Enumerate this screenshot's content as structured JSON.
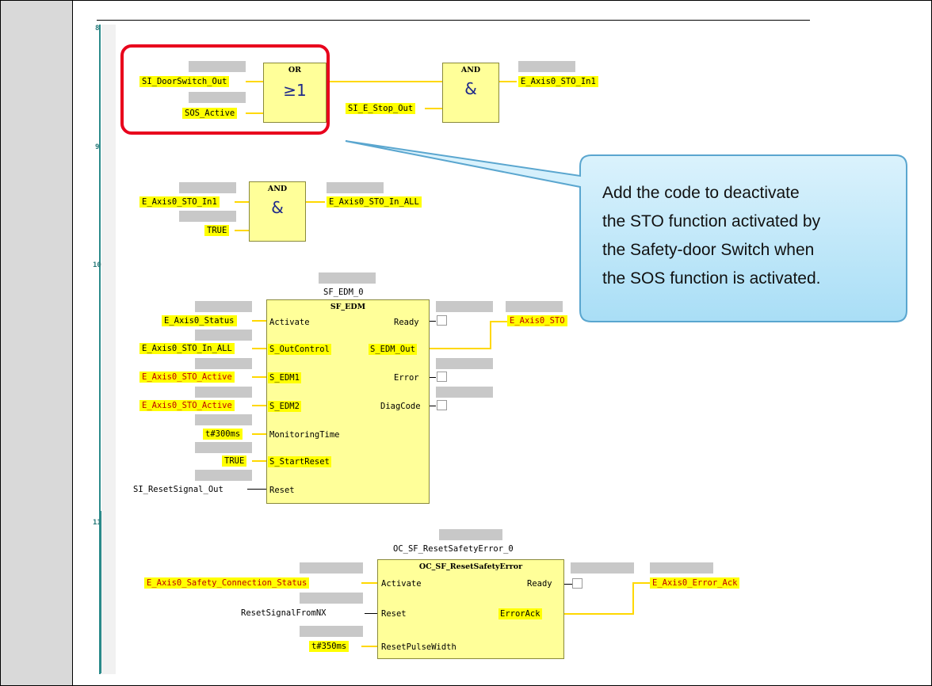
{
  "rungs": {
    "r8": "8",
    "r9": "9",
    "r10": "10",
    "r11": "11"
  },
  "rung8": {
    "or_title": "OR",
    "or_symbol": "≥1",
    "and_title": "AND",
    "and_symbol": "&",
    "in_door": "SI_DoorSwitch_Out",
    "in_sos": "SOS_Active",
    "in_estop": "SI_E_Stop_Out",
    "out": "E_Axis0_STO_In1"
  },
  "rung9": {
    "and_title": "AND",
    "and_symbol": "&",
    "in1": "E_Axis0_STO_In1",
    "in2": "TRUE",
    "out": "E_Axis0_STO_In_ALL"
  },
  "rung10": {
    "instance": "SF_EDM_0",
    "type": "SF_EDM",
    "in_activate": "E_Axis0_Status",
    "in_outcontrol": "E_Axis0_STO_In_ALL",
    "in_edm1": "E_Axis0_STO_Active",
    "in_edm2": "E_Axis0_STO_Active",
    "in_time": "t#300ms",
    "in_startreset": "TRUE",
    "in_reset": "SI_ResetSignal_Out",
    "pin_activate": "Activate",
    "pin_outcontrol": "S_OutControl",
    "pin_edm1": "S_EDM1",
    "pin_edm2": "S_EDM2",
    "pin_time": "MonitoringTime",
    "pin_startreset": "S_StartReset",
    "pin_reset": "Reset",
    "pin_ready": "Ready",
    "pin_edmout": "S_EDM_Out",
    "pin_error": "Error",
    "pin_diag": "DiagCode",
    "out_sto": "E_Axis0_STO"
  },
  "rung11": {
    "instance": "OC_SF_ResetSafetyError_0",
    "type": "OC_SF_ResetSafetyError",
    "in_activate": "E_Axis0_Safety_Connection_Status",
    "in_reset": "ResetSignalFromNX",
    "in_width": "t#350ms",
    "pin_activate": "Activate",
    "pin_reset": "Reset",
    "pin_width": "ResetPulseWidth",
    "pin_ready": "Ready",
    "pin_ack": "ErrorAck",
    "out_ack": "E_Axis0_Error_Ack"
  },
  "callout": {
    "line1": "Add the code to deactivate",
    "line2": "the STO function activated by",
    "line3": "the Safety-door Switch when",
    "line4": "the SOS function is activated."
  },
  "colors": {
    "highlight": "#ffff00",
    "block": "#ffff99",
    "wire": "#ffd800",
    "callout_fill": "#c4ecfb",
    "callout_border": "#5aa6cf",
    "box_red": "#e8001c"
  }
}
